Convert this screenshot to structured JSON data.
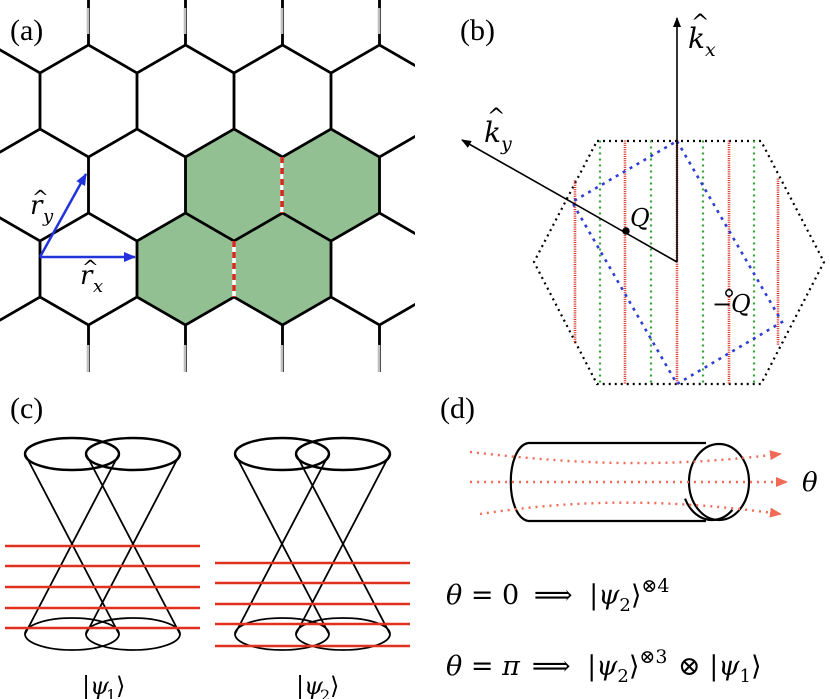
{
  "panels": {
    "a": {
      "label": "(a)",
      "vector_x_label": "r̂x",
      "vector_y_label": "r̂y",
      "shaded_color": "#93c093",
      "cut_colors": [
        "#d62a1e",
        "#ffffff"
      ],
      "lattice_color": "#000000",
      "stub_color": "#bdbdbd"
    },
    "b": {
      "label": "(b)",
      "kx_label": "k̂x",
      "ky_label": "k̂y",
      "q_label": "Q",
      "minus_q_label": "−Q",
      "line_colors": {
        "red": "#d62a1e",
        "green": "#3aa13a",
        "blue": "#2f3ed6",
        "boundary": "#000000"
      }
    },
    "c": {
      "label": "(c)",
      "psi1_label": "|ψ1⟩",
      "psi2_label": "|ψ2⟩",
      "line_color": "#e0301e"
    },
    "d": {
      "label": "(d)",
      "theta_label": "θ",
      "eq1": "θ = 0 ⟹ |ψ2⟩⊗4",
      "eq2": "θ = π ⟹ |ψ2⟩⊗3 ⊗ |ψ1⟩",
      "flux_color": "#f06a55"
    }
  }
}
